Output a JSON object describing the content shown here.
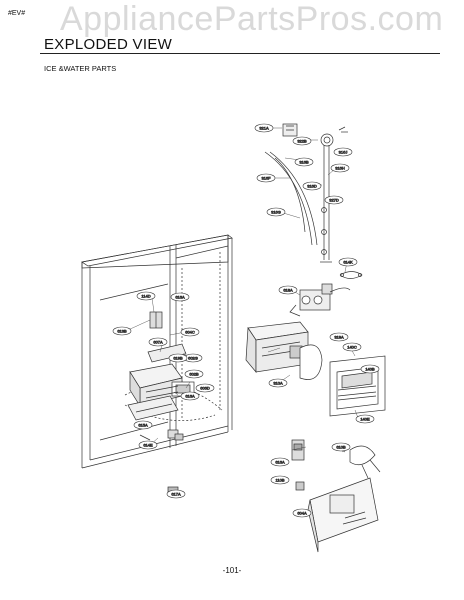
{
  "header": {
    "tag": "#EV#",
    "watermark": "AppliancePartsPros.com",
    "title": "EXPLODED VIEW",
    "subtitle": "ICE &WATER PARTS"
  },
  "footer": {
    "page_number": "-101-"
  },
  "callouts": [
    {
      "id": "c1",
      "label": "321A"
    },
    {
      "id": "c2",
      "label": "322B"
    },
    {
      "id": "c3",
      "label": "316J"
    },
    {
      "id": "c4",
      "label": "316B"
    },
    {
      "id": "c5",
      "label": "316F"
    },
    {
      "id": "c6",
      "label": "316D"
    },
    {
      "id": "c7",
      "label": "316H"
    },
    {
      "id": "c8",
      "label": "316G"
    },
    {
      "id": "c9",
      "label": "327D"
    },
    {
      "id": "c10",
      "label": "614K"
    },
    {
      "id": "c11",
      "label": "618A"
    },
    {
      "id": "c12",
      "label": "114D"
    },
    {
      "id": "c13",
      "label": "616A"
    },
    {
      "id": "c14",
      "label": "613B"
    },
    {
      "id": "c15",
      "label": "604C"
    },
    {
      "id": "c16",
      "label": "607A"
    },
    {
      "id": "c17",
      "label": "602G"
    },
    {
      "id": "c18",
      "label": "602B"
    },
    {
      "id": "c19",
      "label": "606D"
    },
    {
      "id": "c20",
      "label": "616A"
    },
    {
      "id": "c21",
      "label": "615A"
    },
    {
      "id": "c22",
      "label": "319A"
    },
    {
      "id": "c23",
      "label": "310A"
    },
    {
      "id": "c24",
      "label": "140C"
    },
    {
      "id": "c25",
      "label": "140B"
    },
    {
      "id": "c26",
      "label": "140E"
    },
    {
      "id": "c27",
      "label": "614E"
    },
    {
      "id": "c28",
      "label": "617A"
    },
    {
      "id": "c29",
      "label": "610B"
    },
    {
      "id": "c30",
      "label": "110B"
    },
    {
      "id": "c31",
      "label": "604A"
    },
    {
      "id": "c32",
      "label": "616A"
    },
    {
      "id": "c33",
      "label": "619B"
    }
  ]
}
